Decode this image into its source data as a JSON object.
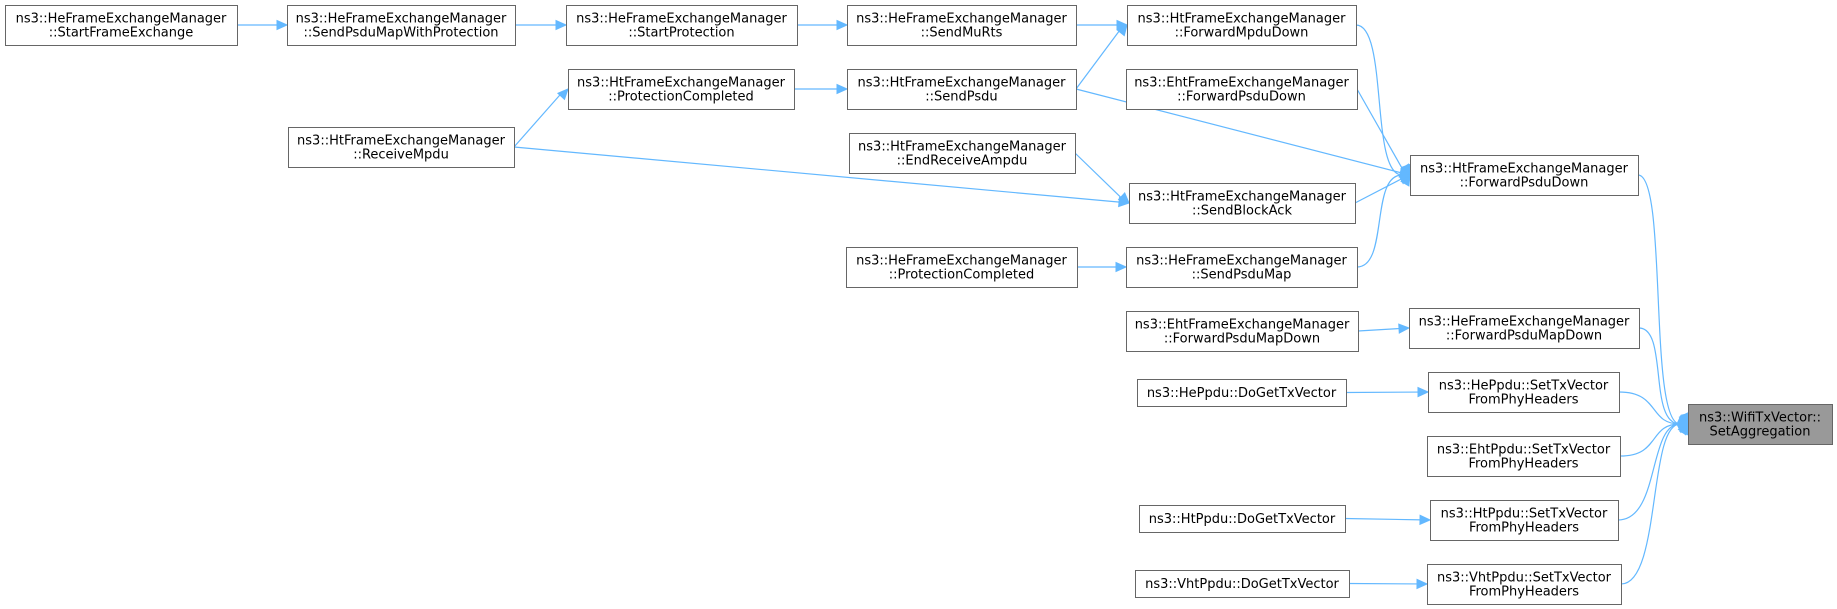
{
  "diagram": {
    "target": "setaggregation",
    "colors": {
      "edge": "#63b8ff",
      "node_border": "#666666",
      "node_fill": "#ffffff",
      "target_fill": "#999999"
    },
    "nodes": [
      {
        "id": "he_startframe",
        "lines": [
          "ns3::HeFrameExchangeManager",
          "::StartFrameExchange"
        ]
      },
      {
        "id": "he_sendpsdumapwp",
        "lines": [
          "ns3::HeFrameExchangeManager",
          "::SendPsduMapWithProtection"
        ]
      },
      {
        "id": "he_startprot",
        "lines": [
          "ns3::HeFrameExchangeManager",
          "::StartProtection"
        ]
      },
      {
        "id": "he_sendmurts",
        "lines": [
          "ns3::HeFrameExchangeManager",
          "::SendMuRts"
        ]
      },
      {
        "id": "ht_fwdmpdu",
        "lines": [
          "ns3::HtFrameExchangeManager",
          "::ForwardMpduDown"
        ]
      },
      {
        "id": "ht_protcompleted",
        "lines": [
          "ns3::HtFrameExchangeManager",
          "::ProtectionCompleted"
        ]
      },
      {
        "id": "ht_sendpsdu",
        "lines": [
          "ns3::HtFrameExchangeManager",
          "::SendPsdu"
        ]
      },
      {
        "id": "eht_fwdpsdu",
        "lines": [
          "ns3::EhtFrameExchangeManager",
          "::ForwardPsduDown"
        ]
      },
      {
        "id": "ht_receivempdu",
        "lines": [
          "ns3::HtFrameExchangeManager",
          "::ReceiveMpdu"
        ]
      },
      {
        "id": "ht_endrecvampdu",
        "lines": [
          "ns3::HtFrameExchangeManager",
          "::EndReceiveAmpdu"
        ]
      },
      {
        "id": "ht_fwdpsdu",
        "lines": [
          "ns3::HtFrameExchangeManager",
          "::ForwardPsduDown"
        ]
      },
      {
        "id": "ht_sendblockack",
        "lines": [
          "ns3::HtFrameExchangeManager",
          "::SendBlockAck"
        ]
      },
      {
        "id": "he_protcompleted",
        "lines": [
          "ns3::HeFrameExchangeManager",
          "::ProtectionCompleted"
        ]
      },
      {
        "id": "he_sendpsdumap",
        "lines": [
          "ns3::HeFrameExchangeManager",
          "::SendPsduMap"
        ]
      },
      {
        "id": "eht_fwdpsdumap",
        "lines": [
          "ns3::EhtFrameExchangeManager",
          "::ForwardPsduMapDown"
        ]
      },
      {
        "id": "he_fwdpsdumap",
        "lines": [
          "ns3::HeFrameExchangeManager",
          "::ForwardPsduMapDown"
        ]
      },
      {
        "id": "heppdu_dogettx",
        "lines": [
          "ns3::HePpdu::DoGetTxVector"
        ]
      },
      {
        "id": "heppdu_settx",
        "lines": [
          "ns3::HePpdu::SetTxVector",
          "FromPhyHeaders"
        ]
      },
      {
        "id": "setaggregation",
        "lines": [
          "ns3::WifiTxVector::",
          "SetAggregation"
        ]
      },
      {
        "id": "ehtppdu_settx",
        "lines": [
          "ns3::EhtPpdu::SetTxVector",
          "FromPhyHeaders"
        ]
      },
      {
        "id": "htppdu_dogettx",
        "lines": [
          "ns3::HtPpdu::DoGetTxVector"
        ]
      },
      {
        "id": "htppdu_settx",
        "lines": [
          "ns3::HtPpdu::SetTxVector",
          "FromPhyHeaders"
        ]
      },
      {
        "id": "vhtppdu_dogettx",
        "lines": [
          "ns3::VhtPpdu::DoGetTxVector"
        ]
      },
      {
        "id": "vhtppdu_settx",
        "lines": [
          "ns3::VhtPpdu::SetTxVector",
          "FromPhyHeaders"
        ]
      }
    ],
    "edges": [
      {
        "from": "he_startframe",
        "to": "he_sendpsdumapwp"
      },
      {
        "from": "he_sendpsdumapwp",
        "to": "he_startprot"
      },
      {
        "from": "he_startprot",
        "to": "he_sendmurts"
      },
      {
        "from": "he_sendmurts",
        "to": "ht_fwdmpdu"
      },
      {
        "from": "ht_sendpsdu",
        "to": "ht_fwdmpdu"
      },
      {
        "from": "ht_protcompleted",
        "to": "ht_sendpsdu"
      },
      {
        "from": "ht_receivempdu",
        "to": "ht_protcompleted"
      },
      {
        "from": "ht_fwdmpdu",
        "to": "ht_fwdpsdu"
      },
      {
        "from": "eht_fwdpsdu",
        "to": "ht_fwdpsdu"
      },
      {
        "from": "ht_sendpsdu",
        "to": "ht_fwdpsdu"
      },
      {
        "from": "ht_sendblockack",
        "to": "ht_fwdpsdu"
      },
      {
        "from": "he_sendpsdumap",
        "to": "ht_fwdpsdu"
      },
      {
        "from": "ht_endrecvampdu",
        "to": "ht_sendblockack"
      },
      {
        "from": "ht_receivempdu",
        "to": "ht_sendblockack"
      },
      {
        "from": "he_protcompleted",
        "to": "he_sendpsdumap"
      },
      {
        "from": "eht_fwdpsdumap",
        "to": "he_fwdpsdumap"
      },
      {
        "from": "heppdu_dogettx",
        "to": "heppdu_settx"
      },
      {
        "from": "htppdu_dogettx",
        "to": "htppdu_settx"
      },
      {
        "from": "vhtppdu_dogettx",
        "to": "vhtppdu_settx"
      },
      {
        "from": "ht_fwdpsdu",
        "to": "setaggregation"
      },
      {
        "from": "he_fwdpsdumap",
        "to": "setaggregation"
      },
      {
        "from": "heppdu_settx",
        "to": "setaggregation"
      },
      {
        "from": "ehtppdu_settx",
        "to": "setaggregation"
      },
      {
        "from": "htppdu_settx",
        "to": "setaggregation"
      },
      {
        "from": "vhtppdu_settx",
        "to": "setaggregation"
      }
    ]
  }
}
